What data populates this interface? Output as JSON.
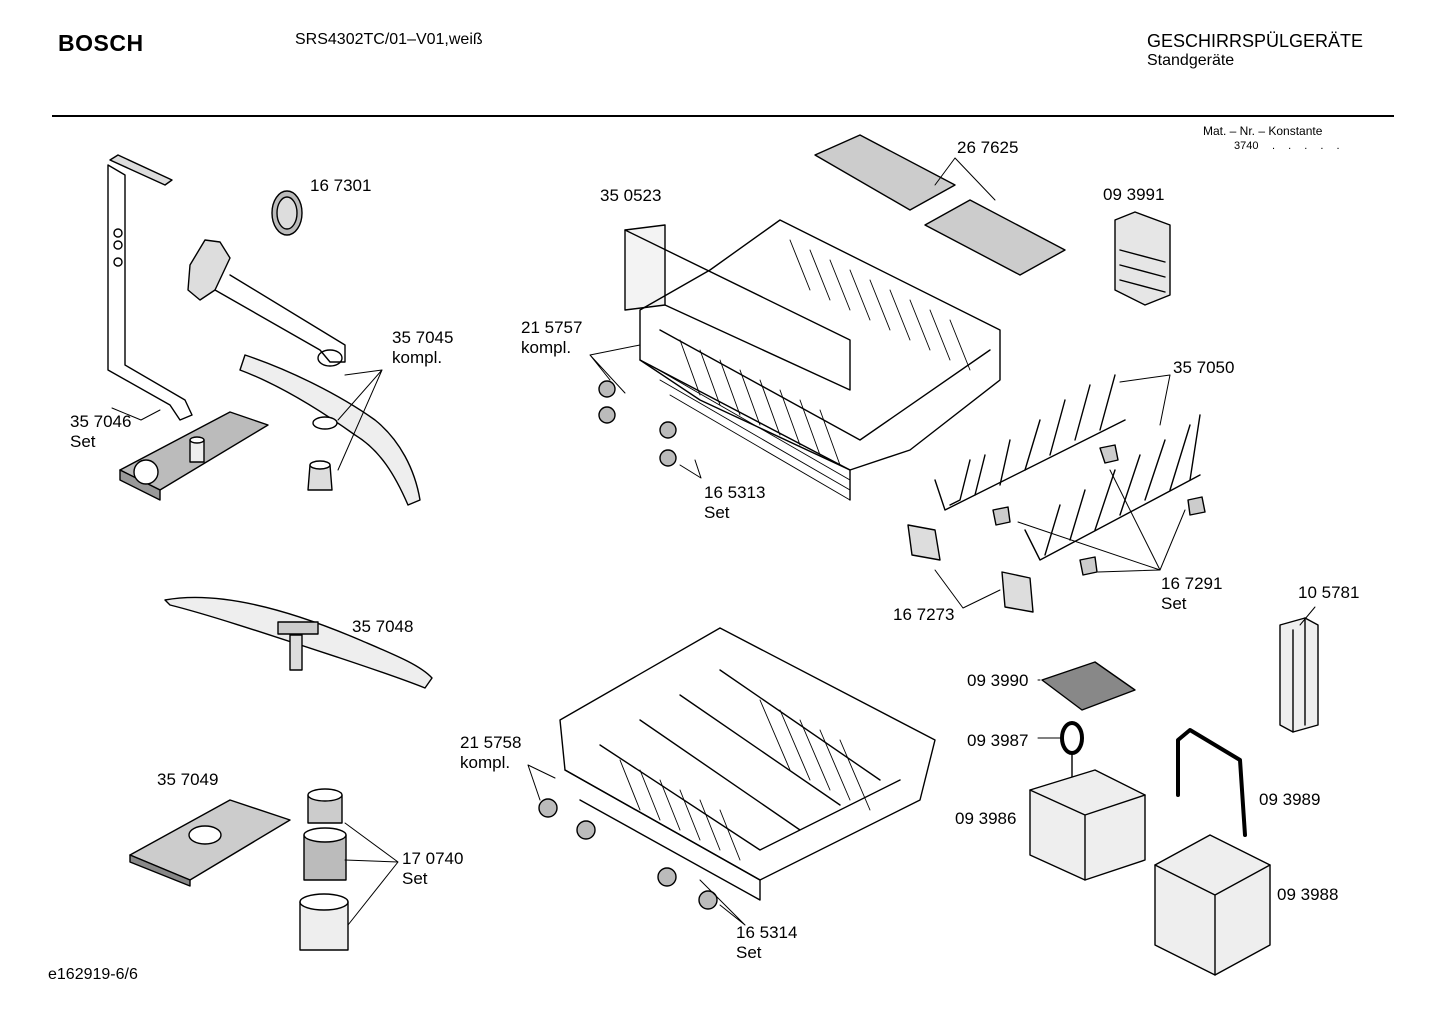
{
  "header": {
    "brand": "BOSCH",
    "model": "SRS4302TC/01–V01,weiß",
    "category": "GESCHIRRSPÜLGERÄTE",
    "subcategory": "Standgeräte",
    "matnr_label": "Mat. – Nr. – Konstante",
    "matnr_value": "3740",
    "matnr_dots": ". . . . ."
  },
  "footer": {
    "doc_id": "e162919-6/6"
  },
  "parts": [
    {
      "id": "p1",
      "number": "16 7301",
      "note": ""
    },
    {
      "id": "p2",
      "number": "35 0523",
      "note": ""
    },
    {
      "id": "p3",
      "number": "26 7625",
      "note": ""
    },
    {
      "id": "p4",
      "number": "09 3991",
      "note": ""
    },
    {
      "id": "p5",
      "number": "35 7045",
      "note": "kompl."
    },
    {
      "id": "p6",
      "number": "21 5757",
      "note": "kompl."
    },
    {
      "id": "p7",
      "number": "35 7046",
      "note": "Set"
    },
    {
      "id": "p8",
      "number": "35 7050",
      "note": ""
    },
    {
      "id": "p9",
      "number": "16 5313",
      "note": "Set"
    },
    {
      "id": "p10",
      "number": "16 7291",
      "note": "Set"
    },
    {
      "id": "p11",
      "number": "16 7273",
      "note": ""
    },
    {
      "id": "p12",
      "number": "10 5781",
      "note": ""
    },
    {
      "id": "p13",
      "number": "35 7048",
      "note": ""
    },
    {
      "id": "p14",
      "number": "09 3990",
      "note": ""
    },
    {
      "id": "p15",
      "number": "09 3987",
      "note": ""
    },
    {
      "id": "p16",
      "number": "21 5758",
      "note": "kompl."
    },
    {
      "id": "p17",
      "number": "35 7049",
      "note": ""
    },
    {
      "id": "p18",
      "number": "09 3989",
      "note": ""
    },
    {
      "id": "p19",
      "number": "09 3986",
      "note": ""
    },
    {
      "id": "p20",
      "number": "17 0740",
      "note": "Set"
    },
    {
      "id": "p21",
      "number": "09 3988",
      "note": ""
    },
    {
      "id": "p22",
      "number": "16 5314",
      "note": "Set"
    }
  ]
}
